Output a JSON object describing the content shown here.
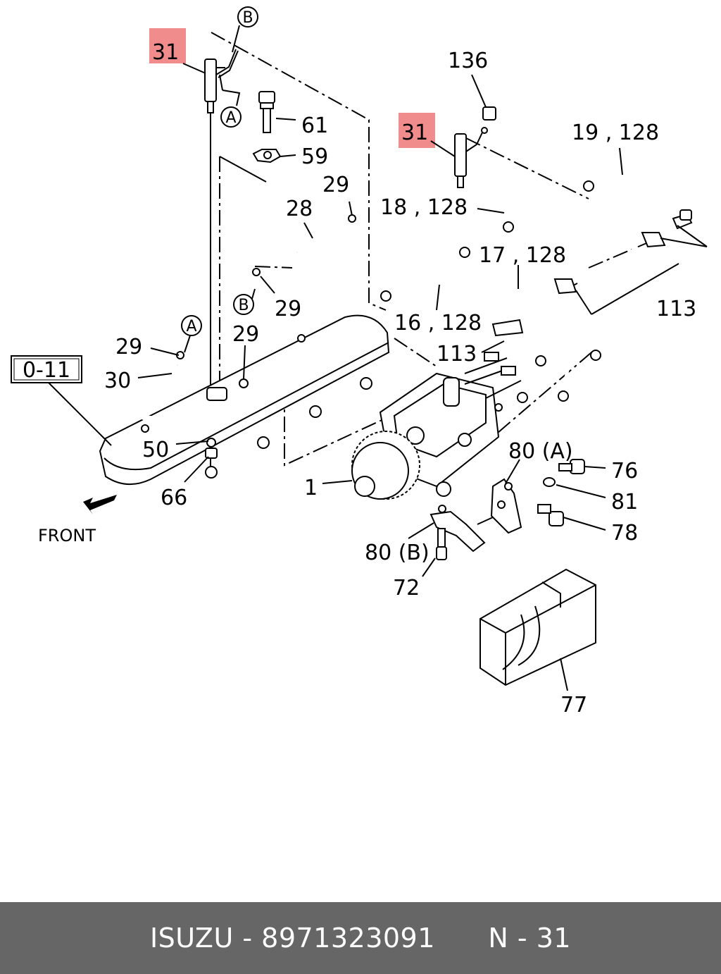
{
  "diagram": {
    "callouts": {
      "c31a": "31",
      "c31b": "31",
      "cB_top": "B",
      "cA_top": "A",
      "c61": "61",
      "c59": "59",
      "c136": "136",
      "c19": "19 , 128",
      "c18": "18 , 128",
      "c17": "17 , 128",
      "c16": "16 , 128",
      "c29a": "29",
      "c28": "28",
      "c29b": "29",
      "cB_mid": "B",
      "cA_mid": "A",
      "c29c": "29",
      "c29d": "29",
      "c30": "30",
      "c0_11": "0-11",
      "c50": "50",
      "c66": "66",
      "c1": "1",
      "c113a": "113",
      "c113b": "113",
      "c80a": "80 (A)",
      "c76": "76",
      "c81": "81",
      "c78": "78",
      "c80b": "80 (B)",
      "c72": "72",
      "c77": "77",
      "front": "FRONT"
    },
    "highlight_color": "#f08c8c"
  },
  "footer": {
    "brand": "ISUZU",
    "separator": " - ",
    "part_number": "8971323091",
    "section": "N - 31"
  }
}
